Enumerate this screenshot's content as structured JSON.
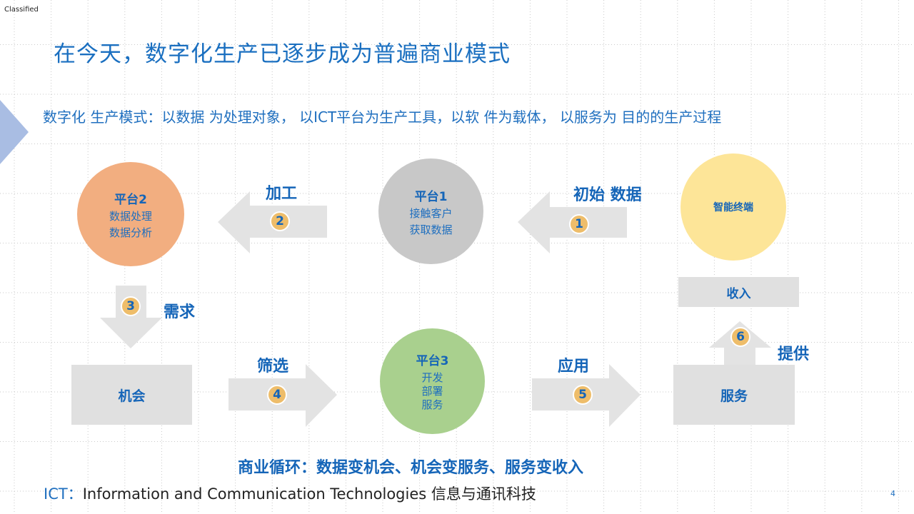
{
  "header": {
    "classification": "Classified",
    "title": "在今天，数字化生产已逐步成为普遍商业模式",
    "definition": "数字化 生产模式：以数据 为处理对象， 以ICT平台为生产工具，以软 件为载体， 以服务为 目的的生产过程"
  },
  "diagram": {
    "platform2": {
      "title": "平台2",
      "lines": [
        "数据处理",
        "数据分析"
      ]
    },
    "platform1": {
      "title": "平台1",
      "lines": [
        "接触客户",
        "获取数据"
      ]
    },
    "terminal": {
      "title": "智能终端"
    },
    "platform3": {
      "title": "平台3",
      "lines": [
        "开发",
        "部署",
        "服务"
      ]
    },
    "opportunity_box": "机会",
    "service_box": "服务",
    "revenue_box": "收入",
    "steps": [
      {
        "number": "1",
        "label": "初始 数据"
      },
      {
        "number": "2",
        "label": "加工"
      },
      {
        "number": "3",
        "label": "需求"
      },
      {
        "number": "4",
        "label": "筛选"
      },
      {
        "number": "5",
        "label": "应用"
      },
      {
        "number": "6",
        "label": "提供"
      }
    ]
  },
  "footer": {
    "business_cycle": "商业循环：数据变机会、机会变服务、服务变收入",
    "ict_prefix": "ICT：",
    "ict_text": "Information and Communication Technologies 信息与通讯科技",
    "page_number": "4"
  },
  "colors": {
    "accent_blue": "#1565b8",
    "platform2": "#f2ae80",
    "platform1": "#c8c8c8",
    "terminal": "#fde598",
    "platform3": "#a9d08e",
    "arrow_gray": "#e3e3e3",
    "badge": "#eebd6a"
  }
}
